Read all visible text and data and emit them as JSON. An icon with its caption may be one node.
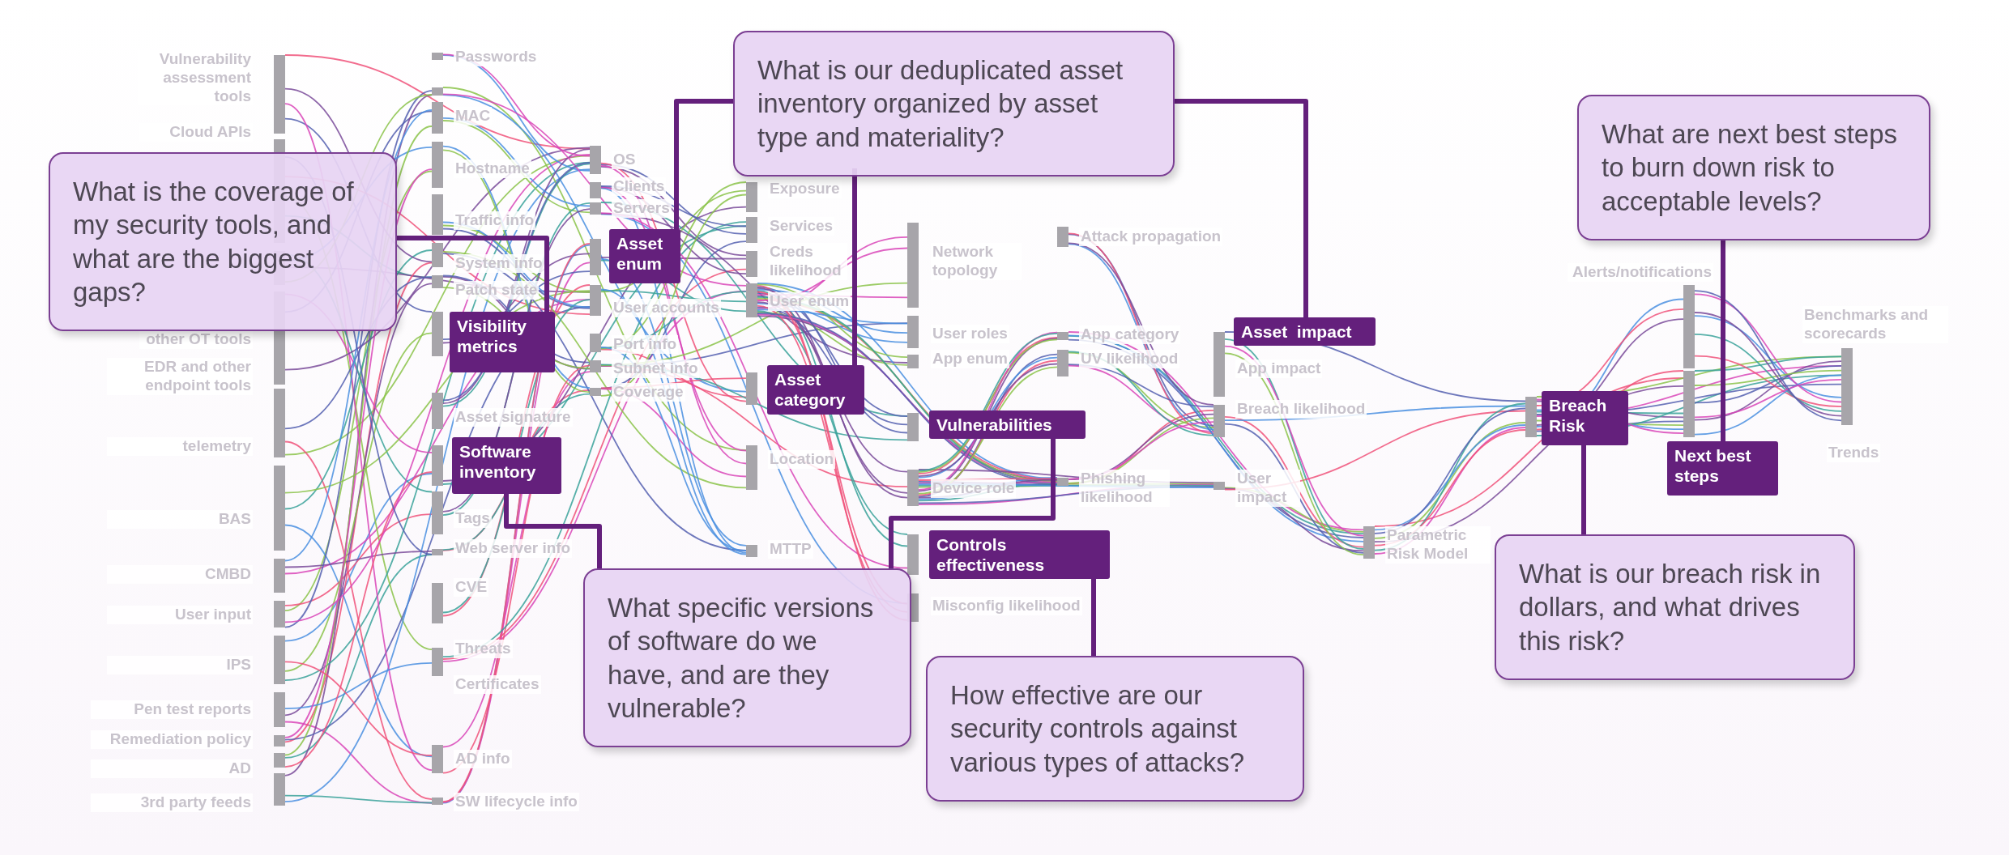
{
  "diagram": {
    "nodes": [
      {
        "text": [
          "What is our deduplicated asset inventory organized by asset type and materiality?"
        ]
      },
      {
        "text": [
          "What are next best steps to burn down risk to acceptable levels?"
        ]
      },
      {
        "text": [
          "What is the coverage of my security tools, and what are the biggest gaps?"
        ]
      },
      {
        "text": [
          "Asset enum"
        ]
      },
      {
        "text": [
          "Visibility metrics"
        ]
      },
      {
        "text": [
          "Asset  impact"
        ]
      },
      {
        "text": [
          "Asset category"
        ]
      },
      {
        "text": [
          "Breach Risk"
        ]
      },
      {
        "text": [
          "Vulnerabilities"
        ]
      },
      {
        "text": [
          "Software inventory"
        ]
      },
      {
        "text": [
          "Next best steps"
        ]
      },
      {
        "text": [
          "Controls effectiveness"
        ]
      },
      {
        "text": [
          "What is our breach risk in dollars, and what drives this risk?"
        ]
      },
      {
        "text": [
          "What specific versions of software do we have, and are they vulnerable?"
        ]
      },
      {
        "text": [
          "How effective are our security controls against various types of attacks?"
        ]
      }
    ],
    "edges": [
      {
        "from": 2,
        "to": 4,
        "arrow": "none"
      },
      {
        "from": 0,
        "to": 3,
        "arrow": "none"
      },
      {
        "from": 0,
        "to": 6,
        "arrow": "none"
      },
      {
        "from": 0,
        "to": 5,
        "arrow": "none"
      },
      {
        "from": 1,
        "to": 10,
        "arrow": "none"
      },
      {
        "from": 13,
        "to": 9,
        "arrow": "none"
      },
      {
        "from": 13,
        "to": 8,
        "arrow": "none"
      },
      {
        "from": 14,
        "to": 11,
        "arrow": "none"
      },
      {
        "from": 12,
        "to": 7,
        "arrow": "none"
      }
    ],
    "labels": [
      "Vulnerability assessment tools",
      "Cloud APIs",
      "other OT tools",
      "EDR and other endpoint tools",
      "telemetry",
      "BAS",
      "CMBD",
      "User input",
      "IPS",
      "Pen test reports",
      "Remediation policy",
      "AD",
      "3rd party feeds",
      "Passwords",
      "MAC",
      "Hostname",
      "Traffic info",
      "System info",
      "Patch state",
      "Asset signature",
      "Tags",
      "Web server info",
      "CVE",
      "Threats",
      "Certificates",
      "AD info",
      "SW lifecycle info",
      "OS",
      "Clients",
      "Servers",
      "User accounts",
      "Port info",
      "Subnet info",
      "Coverage",
      "Exposure",
      "Services",
      "Creds likelihood",
      "User enum",
      "Location",
      "MTTP",
      "Network topology",
      "User roles",
      "App enum",
      "Device role",
      "Misconfig likelihood",
      "Attack propagation",
      "App category",
      "UV likelihood",
      "Phishing likelihood",
      "App impact",
      "Breach likelihood",
      "User impact",
      "Parametric Risk Model",
      "Alerts/notifications",
      "Benchmarks and scorecards",
      "Trends"
    ]
  }
}
